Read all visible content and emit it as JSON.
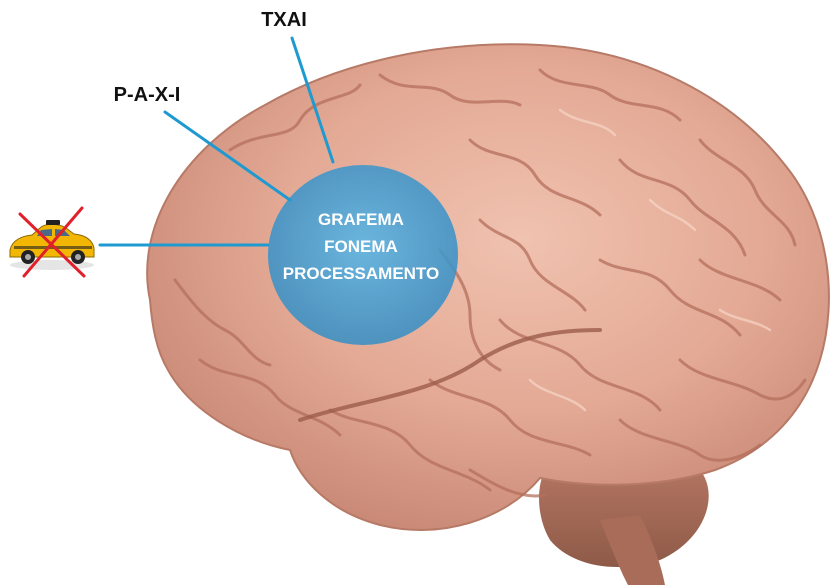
{
  "labels": {
    "top": "TXAI",
    "left": "P-A-X-I",
    "center": [
      "GRAFEMA",
      "FONEMA",
      "PROCESSAMENTO"
    ]
  },
  "icons": {
    "brain": "brain-illustration",
    "taxi": "taxi-car-icon",
    "cross": "red-x-cross-icon"
  },
  "colors": {
    "background": "#ffffff",
    "brain_base": "#e3a994",
    "brain_shadow": "#b97664",
    "brain_highlight": "#f4cdbd",
    "cerebellum": "#a66f5c",
    "highlight_area": "#4aa3d6",
    "connector_line": "#1f9ad1",
    "cross": "#e0202a",
    "taxi_body": "#f2b705",
    "label_text": "#111111",
    "center_text": "#ffffff"
  }
}
